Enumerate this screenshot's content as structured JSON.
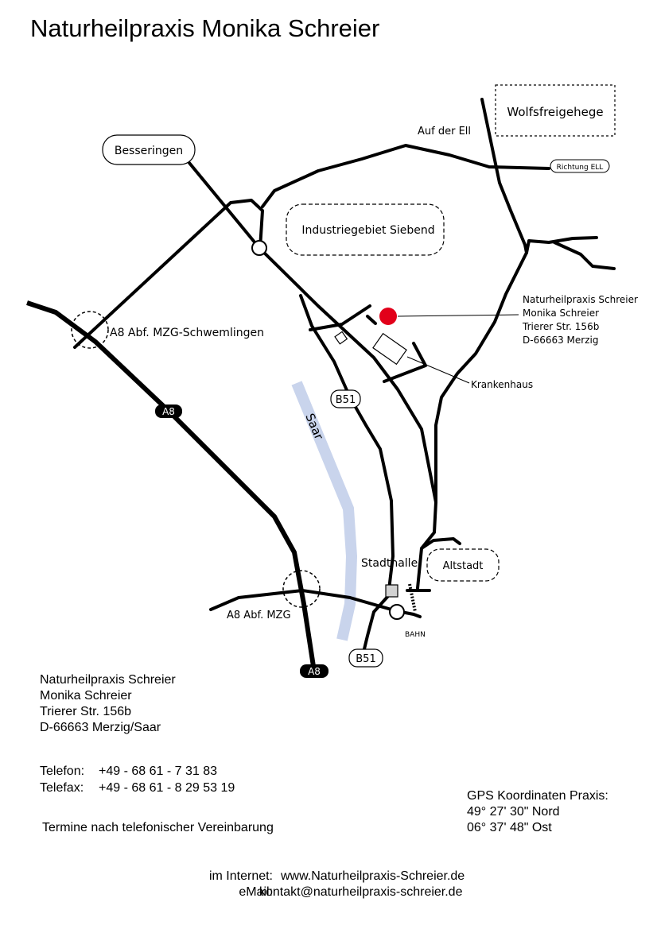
{
  "title": "Naturheilpraxis Monika Schreier",
  "map": {
    "places": {
      "wolfsfreigehege": "Wolfsfreigehege",
      "auf_der_ell": "Auf der Ell",
      "besseringen": "Besseringen",
      "richtung_ell": "Richtung ELL",
      "industriegebiet": "Industriegebiet Siebend",
      "a8_exit_schwemlingen": "A8 Abf. MZG-Schwemlingen",
      "saar": "Saar",
      "b51_north": "B51",
      "b51_south": "B51",
      "a8_shield_north": "A8",
      "a8_shield_south": "A8",
      "krankenhaus": "Krankenhaus",
      "stadthalle": "Stadthalle",
      "altstadt": "Altstadt",
      "a8_exit_mzg": "A8 Abf. MZG",
      "bahn": "BAHN"
    },
    "practice_label": [
      "Naturheilpraxis Schreier",
      "Monika Schreier",
      "Trierer Str. 156b",
      "D-66663 Merzig"
    ],
    "colors": {
      "practice_marker": "#e2001a",
      "river": "#c9d4ec",
      "road": "#000000"
    }
  },
  "address": [
    "Naturheilpraxis Schreier",
    "Monika Schreier",
    "Trierer Str. 156b",
    "D-66663 Merzig/Saar"
  ],
  "contact": {
    "phone_label": "Telefon:",
    "phone": "+49 - 68 61 - 7 31 83",
    "fax_label": "Telefax:",
    "fax": "+49 - 68 61 - 8 29 53 19"
  },
  "note": "Termine nach telefonischer Vereinbarung",
  "gps": {
    "heading": "GPS Koordinaten Praxis:",
    "north": "49° 27' 30\" Nord",
    "east": "06° 37' 48\" Ost"
  },
  "internet": {
    "web_label": "im Internet:",
    "web": "www.Naturheilpraxis-Schreier.de",
    "email_label": "eMail:",
    "email": "kontakt@naturheilpraxis-schreier.de"
  }
}
